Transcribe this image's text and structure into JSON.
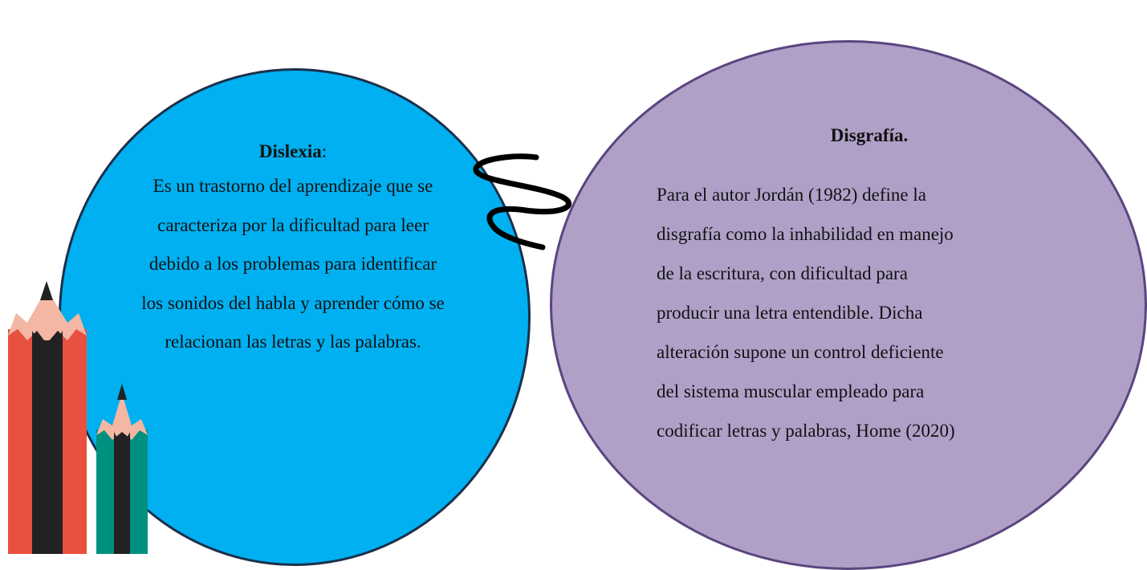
{
  "dislexia": {
    "title": "Dislexia",
    "title_suffix": ":",
    "text": "Es un trastorno del aprendizaje que se caracteriza por la dificultad para leer debido a los problemas para identificar los sonidos del habla y aprender cómo se relacionan las letras y las palabras.",
    "fill_color": "#00b0f0",
    "outline_color": "#1b2f4a"
  },
  "disgrafia": {
    "title": "Disgrafía.",
    "text": "Para el autor     Jordán (1982) define la\ndisgrafía como la inhabilidad en manejo\nde la escritura, con dificultad para\nproducir una letra entendible. Dicha\nalteración supone un control deficiente\ndel sistema muscular empleado para\ncodificar letras y palabras, Home (2020)",
    "fill_color": "#b0a0c8",
    "outline_color": "#5a4580"
  },
  "connector": {
    "icon": "squiggle-connector",
    "color": "#000000"
  },
  "decorations": {
    "pencils": [
      {
        "icon": "red-pencil-icon",
        "body_color": "#e8503f",
        "core_color": "#222222"
      },
      {
        "icon": "green-pencil-icon",
        "body_color": "#009080",
        "core_color": "#222222"
      }
    ],
    "tip_color": "#f3b7a3"
  }
}
